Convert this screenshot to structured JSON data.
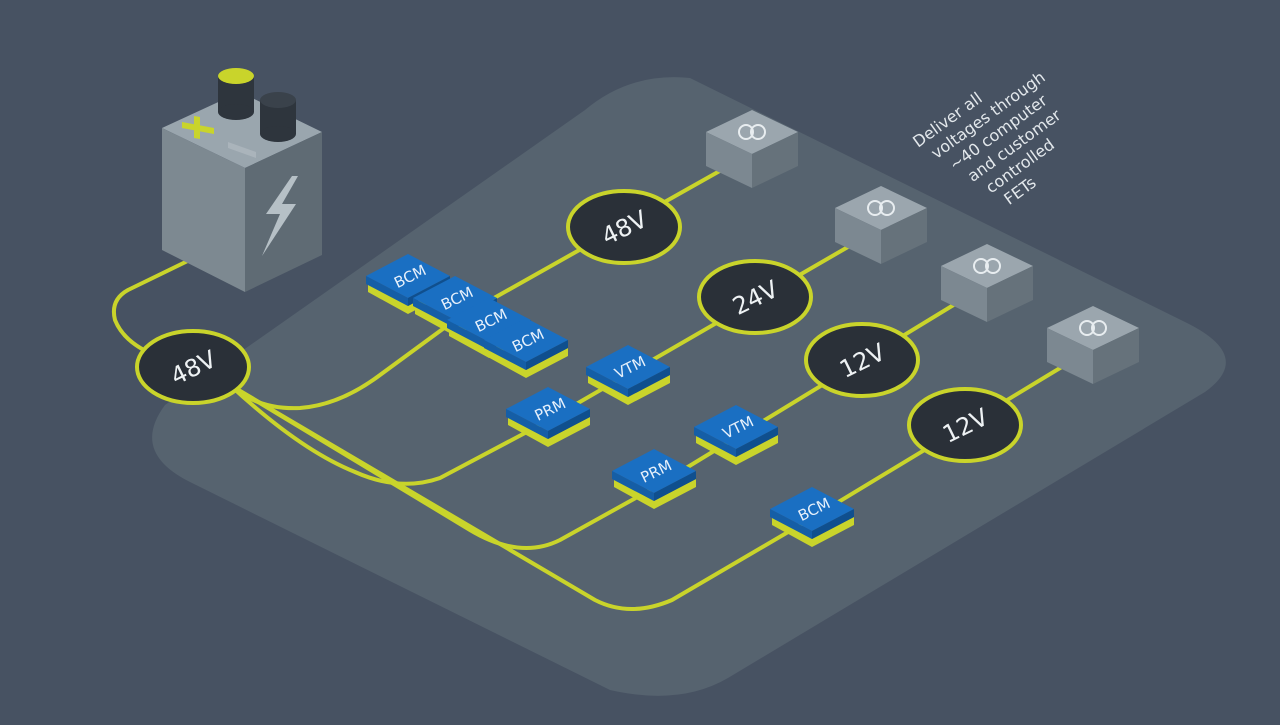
{
  "diagram": {
    "source": {
      "voltage": "48V"
    },
    "note": [
      "Deliver all",
      "voltages through",
      "~40 computer",
      "and customer",
      "controlled",
      "FETs"
    ],
    "rails": [
      {
        "voltage": "48V",
        "modules": [
          "BCM",
          "BCM",
          "BCM",
          "BCM"
        ]
      },
      {
        "voltage": "24V",
        "modules": [
          "PRM",
          "VTM"
        ]
      },
      {
        "voltage": "12V",
        "modules": [
          "PRM",
          "VTM"
        ]
      },
      {
        "voltage": "12V",
        "modules": [
          "BCM"
        ]
      }
    ]
  },
  "colors": {
    "background": "#475262",
    "board": "#56636f",
    "wire": "#c9d42b",
    "module": "#1a6fc2",
    "voltage_badge": "#2a3038",
    "fet_box": "#8f9aa3"
  }
}
